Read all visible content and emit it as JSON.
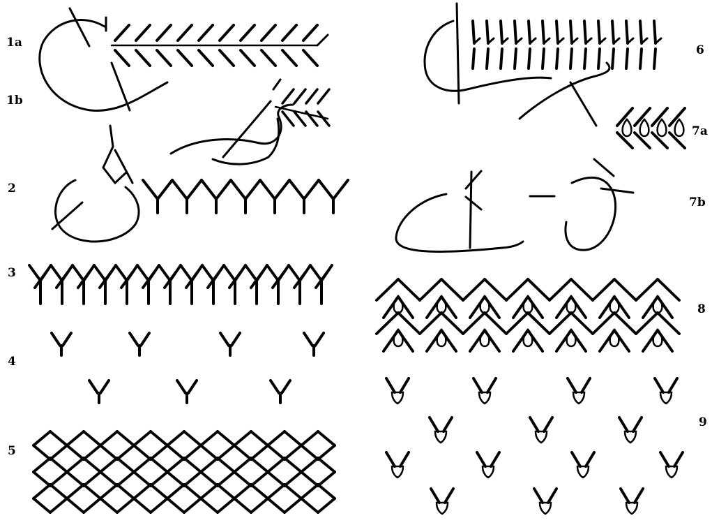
{
  "diagram": {
    "labels": {
      "fig_1a": "1a",
      "fig_1b": "1b",
      "fig_2": "2",
      "fig_3": "3",
      "fig_4": "4",
      "fig_5": "5",
      "fig_6": "6",
      "fig_7a": "7a",
      "fig_7b": "7b",
      "fig_8": "8",
      "fig_9": "9"
    },
    "ink_color": "#000000",
    "background_color": "#ffffff"
  }
}
